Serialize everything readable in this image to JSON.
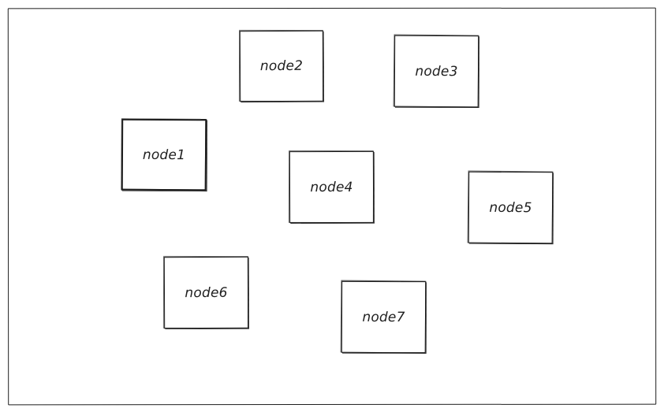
{
  "diagram": {
    "nodes": [
      {
        "id": "node1",
        "label": "node1"
      },
      {
        "id": "node2",
        "label": "node2"
      },
      {
        "id": "node3",
        "label": "node3"
      },
      {
        "id": "node4",
        "label": "node4"
      },
      {
        "id": "node5",
        "label": "node5"
      },
      {
        "id": "node6",
        "label": "node6"
      },
      {
        "id": "node7",
        "label": "node7"
      }
    ],
    "colors": {
      "stroke": "#1e1e1e",
      "background": "#ffffff"
    }
  }
}
